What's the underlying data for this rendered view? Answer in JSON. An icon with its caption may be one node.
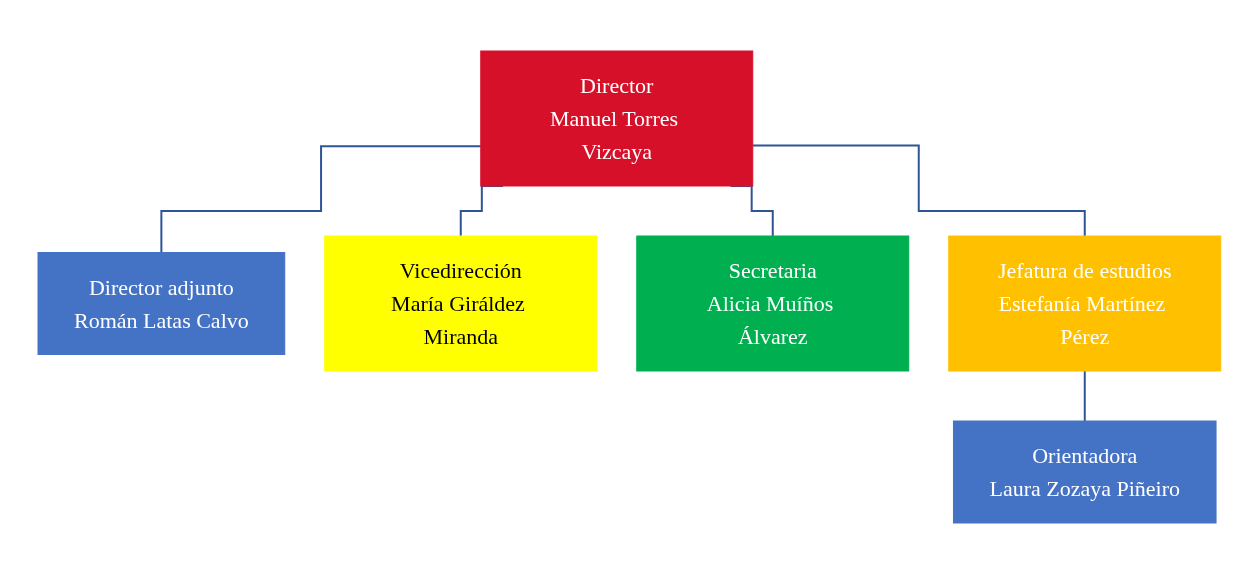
{
  "diagram": {
    "nodes": [
      {
        "text": [
          "Director",
          "Manuel Torres Vizcaya"
        ]
      },
      {
        "text": [
          "Director adjunto",
          "Román Latas Calvo"
        ]
      },
      {
        "text": [
          "Vicedirección",
          "María Giráldez Miranda"
        ]
      },
      {
        "text": [
          "Secretaria",
          "Alicia Muíños Álvarez"
        ]
      },
      {
        "text": [
          "Jefatura de estudios",
          "Estefanía Martínez Pérez"
        ]
      },
      {
        "text": [
          "Orientadora",
          "Laura Zozaya Piñeiro"
        ]
      }
    ],
    "edges": [
      {
        "from": 0,
        "to": 1,
        "arrow": "none"
      },
      {
        "from": 0,
        "to": 2,
        "arrow": "none"
      },
      {
        "from": 0,
        "to": 3,
        "arrow": "none"
      },
      {
        "from": 0,
        "to": 4,
        "arrow": "none"
      },
      {
        "from": 4,
        "to": 5,
        "arrow": "none"
      }
    ]
  }
}
